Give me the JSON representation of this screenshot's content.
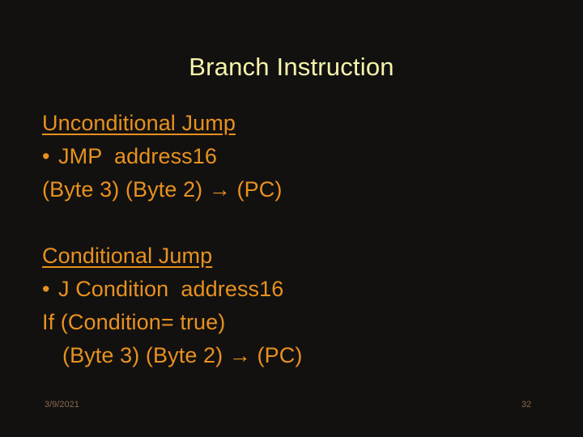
{
  "slide": {
    "title": "Branch Instruction",
    "colors": {
      "background": "#121110",
      "title": "#F7F3AC",
      "body": "#E8911F",
      "footer": "#8A6A4A"
    },
    "blocks": [
      {
        "heading": "Unconditional Jump",
        "bullet_symbol": "•",
        "bullet_text": "JMP  address16",
        "detail": "(Byte 3) (Byte 2) → (PC)"
      },
      {
        "heading": "Conditional Jump",
        "bullet_symbol": "•",
        "bullet_text": "J Condition  address16",
        "condition": "If (Condition= true)",
        "detail": "(Byte 3) (Byte 2) → (PC)"
      }
    ],
    "footer": {
      "date": "3/9/2021",
      "page_number": "32"
    }
  }
}
